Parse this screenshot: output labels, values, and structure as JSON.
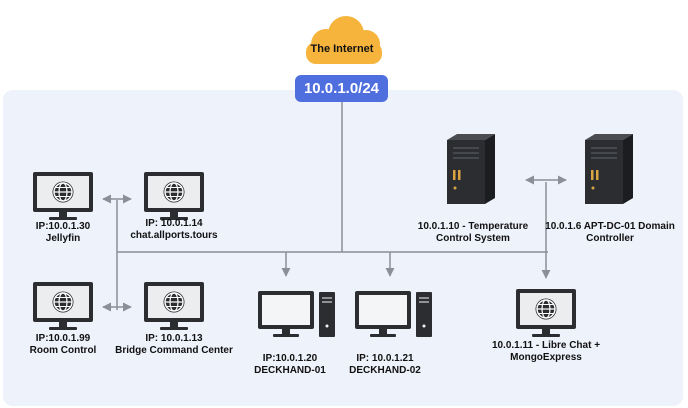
{
  "diagram": {
    "internet_label": "The Internet",
    "subnet_label": "10.0.1.0/24",
    "nodes": [
      {
        "id": "jellyfin",
        "type": "monitor",
        "lines": [
          "IP:10.0.1.30",
          "Jellyfin"
        ]
      },
      {
        "id": "chat-allports",
        "type": "monitor",
        "lines": [
          "IP: 10.0.1.14",
          "chat.allports.tours"
        ]
      },
      {
        "id": "room-control",
        "type": "monitor",
        "lines": [
          "IP:10.0.1.99",
          "Room Control"
        ]
      },
      {
        "id": "bridge-command",
        "type": "monitor",
        "lines": [
          "IP: 10.0.1.13",
          "Bridge Command Center"
        ]
      },
      {
        "id": "deckhand-01",
        "type": "desktop",
        "lines": [
          "IP:10.0.1.20",
          "DECKHAND-01"
        ]
      },
      {
        "id": "deckhand-02",
        "type": "desktop",
        "lines": [
          "IP: 10.0.1.21",
          "DECKHAND-02"
        ]
      },
      {
        "id": "libre-chat",
        "type": "monitor",
        "lines": [
          "10.0.1.11 - Libre Chat +",
          "MongoExpress"
        ]
      },
      {
        "id": "temp-control",
        "type": "server",
        "lines": [
          "10.0.1.10 - Temperature",
          "Control System"
        ]
      },
      {
        "id": "apt-dc-01",
        "type": "server",
        "lines": [
          "10.0.1.6 APT-DC-01 Domain",
          "Controller"
        ]
      }
    ]
  },
  "colors": {
    "panel": "#eef2fb",
    "cloud": "#f6b43c",
    "subnet": "#4f6fde",
    "line": "#8a8f98",
    "device_dark": "#2b2d31",
    "server_accent": "#d9a441"
  }
}
